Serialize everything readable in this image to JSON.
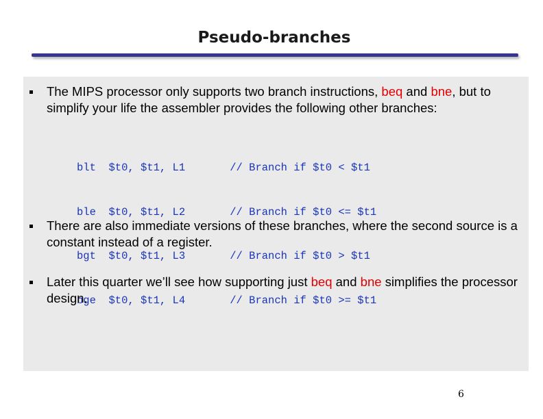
{
  "slide": {
    "title": "Pseudo-branches",
    "page_number": "6"
  },
  "bullets": [
    {
      "parts": [
        "The MIPS processor only supports two branch instructions, ",
        "beq",
        " and ",
        "bne",
        ", but to simplify your life the assembler provides the following other branches:"
      ]
    },
    {
      "text": "There are also immediate versions of these branches, where the second source is a constant instead of a register."
    },
    {
      "parts": [
        "Later this quarter we’ll see how supporting just ",
        "beq",
        " and ",
        "bne",
        " simplifies the processor design."
      ]
    }
  ],
  "code_lines": [
    "blt  $t0, $t1, L1       // Branch if $t0 < $t1",
    "ble  $t0, $t1, L2       // Branch if $t0 <= $t1",
    "bgt  $t0, $t1, L3       // Branch if $t0 > $t1",
    "bge  $t0, $t1, L4       // Branch if $t0 >= $t1"
  ],
  "colors": {
    "highlight": "#e00000",
    "code": "#1a35b8",
    "title_rule": "#35378f",
    "content_bg": "#eaeaea"
  }
}
